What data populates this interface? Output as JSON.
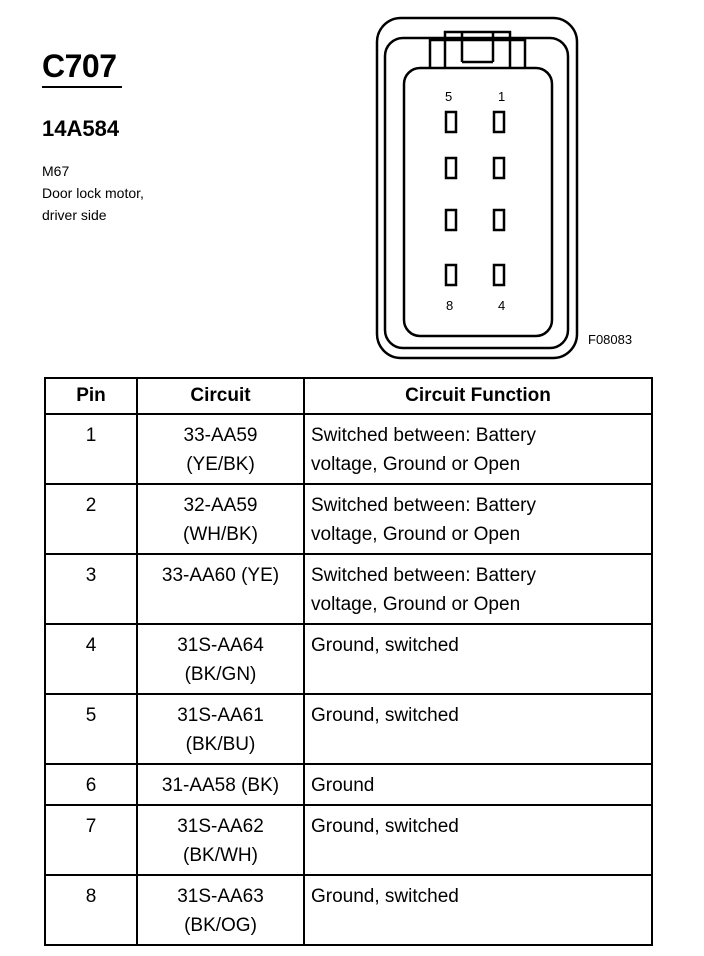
{
  "header": {
    "connector_id": "C707",
    "part_number": "14A584",
    "description_lines": [
      "M67",
      "Door lock motor,",
      "driver side"
    ]
  },
  "connector_figure": {
    "pin_labels": {
      "top_left": "5",
      "top_right": "1",
      "bottom_left": "8",
      "bottom_right": "4"
    },
    "figure_ref": "F08083"
  },
  "table": {
    "columns": [
      "Pin",
      "Circuit",
      "Circuit Function"
    ],
    "rows": [
      {
        "pin": "1",
        "circuit": [
          "33-AA59",
          "(YE/BK)"
        ],
        "function": [
          "Switched between: Battery",
          "voltage, Ground or Open"
        ]
      },
      {
        "pin": "2",
        "circuit": [
          "32-AA59",
          "(WH/BK)"
        ],
        "function": [
          "Switched between: Battery",
          "voltage, Ground or Open"
        ]
      },
      {
        "pin": "3",
        "circuit": [
          "33-AA60 (YE)"
        ],
        "function": [
          "Switched between: Battery",
          "voltage, Ground or Open"
        ]
      },
      {
        "pin": "4",
        "circuit": [
          "31S-AA64",
          "(BK/GN)"
        ],
        "function": [
          "Ground, switched"
        ]
      },
      {
        "pin": "5",
        "circuit": [
          "31S-AA61",
          "(BK/BU)"
        ],
        "function": [
          "Ground, switched"
        ]
      },
      {
        "pin": "6",
        "circuit": [
          "31-AA58 (BK)"
        ],
        "function": [
          "Ground"
        ]
      },
      {
        "pin": "7",
        "circuit": [
          "31S-AA62",
          "(BK/WH)"
        ],
        "function": [
          "Ground, switched"
        ]
      },
      {
        "pin": "8",
        "circuit": [
          "31S-AA63",
          "(BK/OG)"
        ],
        "function": [
          "Ground, switched"
        ]
      }
    ]
  }
}
